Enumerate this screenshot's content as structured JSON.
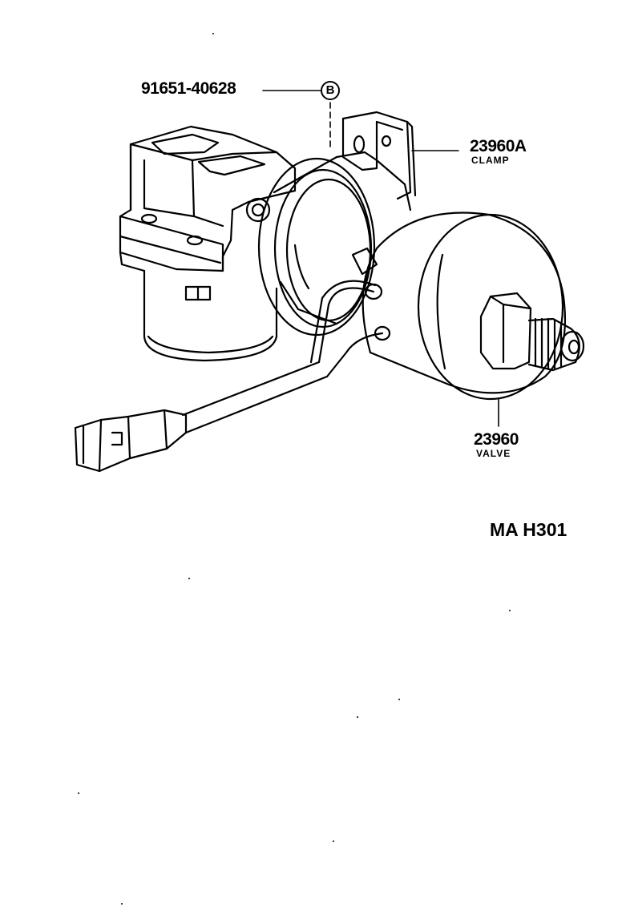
{
  "callouts": {
    "bolt": {
      "part_number": "91651-40628",
      "marker": "B"
    },
    "clamp": {
      "part_number": "23960A",
      "name": "CLAMP"
    },
    "valve": {
      "part_number": "23960",
      "name": "VALVE"
    }
  },
  "figure_code": "MA H301"
}
